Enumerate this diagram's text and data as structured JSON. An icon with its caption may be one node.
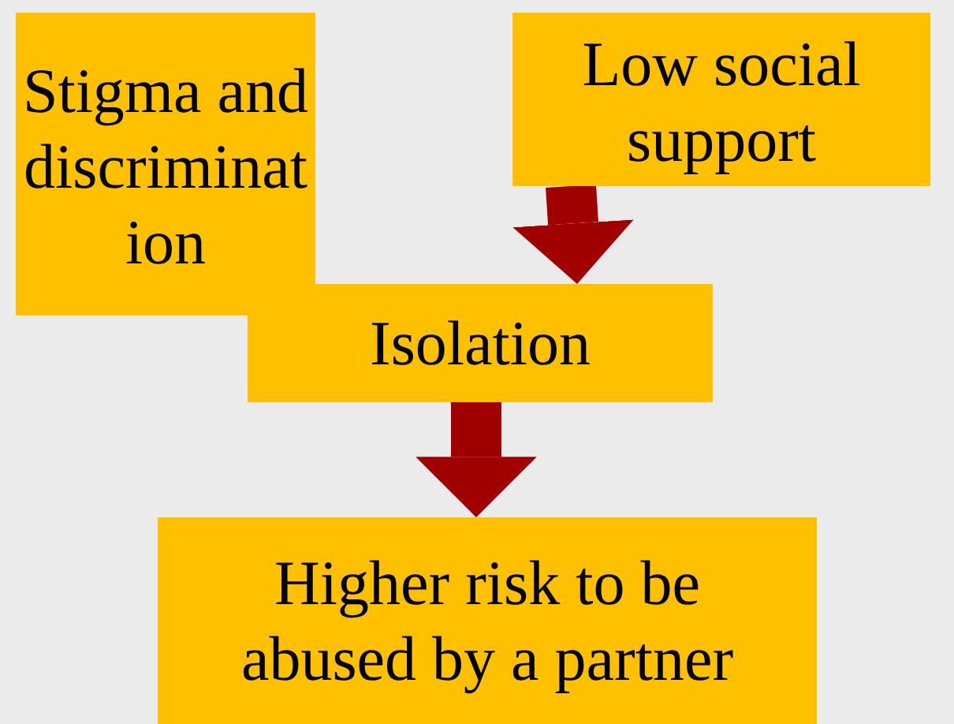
{
  "diagram": {
    "nodes": [
      {
        "text": [
          "Stigma and discrimination"
        ]
      },
      {
        "text": [
          "Low social support"
        ]
      },
      {
        "text": [
          "Isolation"
        ]
      },
      {
        "text": [
          "Higher risk to be abused by a partner"
        ]
      }
    ],
    "edges": [
      {
        "from": 1,
        "to": 2,
        "arrow": "to"
      },
      {
        "from": 2,
        "to": 3,
        "arrow": "to"
      }
    ]
  }
}
